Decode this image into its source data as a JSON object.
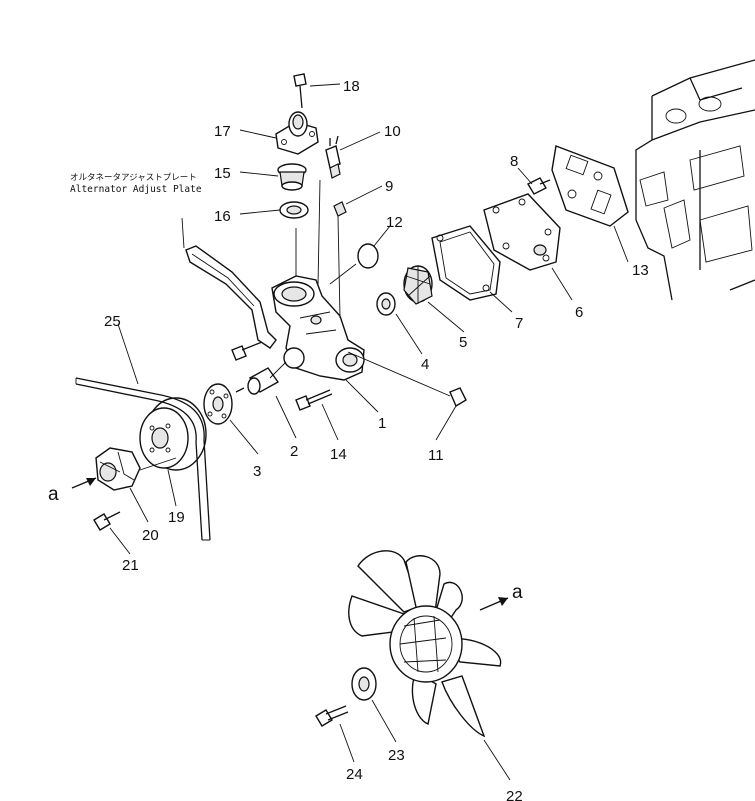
{
  "annotation": {
    "japanese": "オルタネータアジャストプレート",
    "english": "Alternator Adjust Plate"
  },
  "view_marker": "a",
  "callouts": [
    "1",
    "2",
    "3",
    "4",
    "5",
    "6",
    "7",
    "8",
    "9",
    "10",
    "11",
    "12",
    "13",
    "14",
    "15",
    "16",
    "17",
    "18",
    "19",
    "20",
    "21",
    "22",
    "23",
    "24",
    "25"
  ]
}
